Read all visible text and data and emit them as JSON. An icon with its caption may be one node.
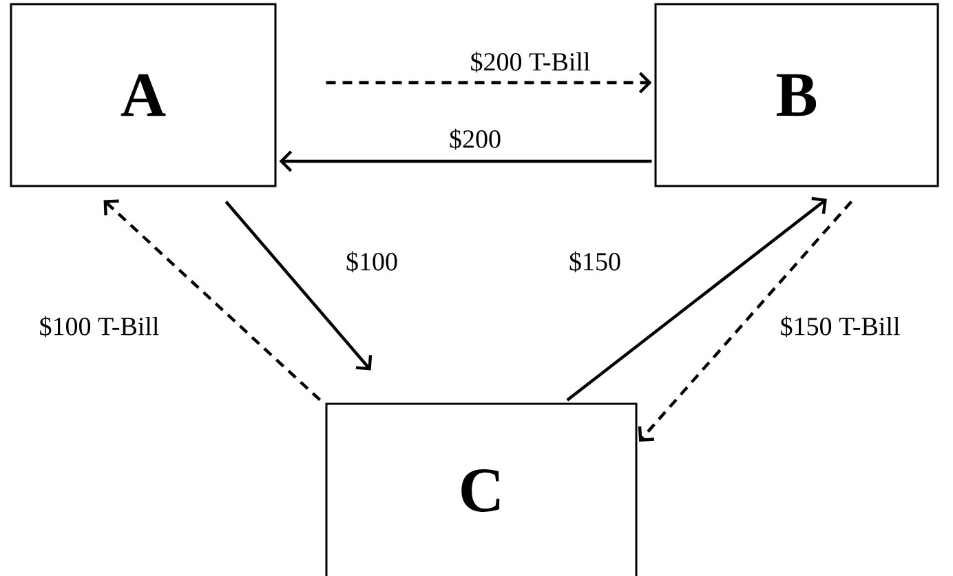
{
  "diagram": {
    "nodes": [
      {
        "text": [
          "A"
        ]
      },
      {
        "text": [
          "B"
        ]
      },
      {
        "text": [
          "C"
        ]
      }
    ],
    "edges": [
      {
        "from": 0,
        "to": 1,
        "arrow": "to",
        "label": "$200 T-Bill",
        "style": "dashed"
      },
      {
        "from": 1,
        "to": 0,
        "arrow": "to",
        "label": "$200"
      },
      {
        "from": 0,
        "to": 2,
        "arrow": "to",
        "label": "$100"
      },
      {
        "from": 2,
        "to": 1,
        "arrow": "to",
        "label": "$150"
      },
      {
        "from": 2,
        "to": 0,
        "arrow": "to",
        "label": "$100 T-Bill",
        "style": "dashed"
      },
      {
        "from": 1,
        "to": 2,
        "arrow": "to",
        "label": "$150 T-Bill",
        "style": "dashed"
      }
    ]
  }
}
